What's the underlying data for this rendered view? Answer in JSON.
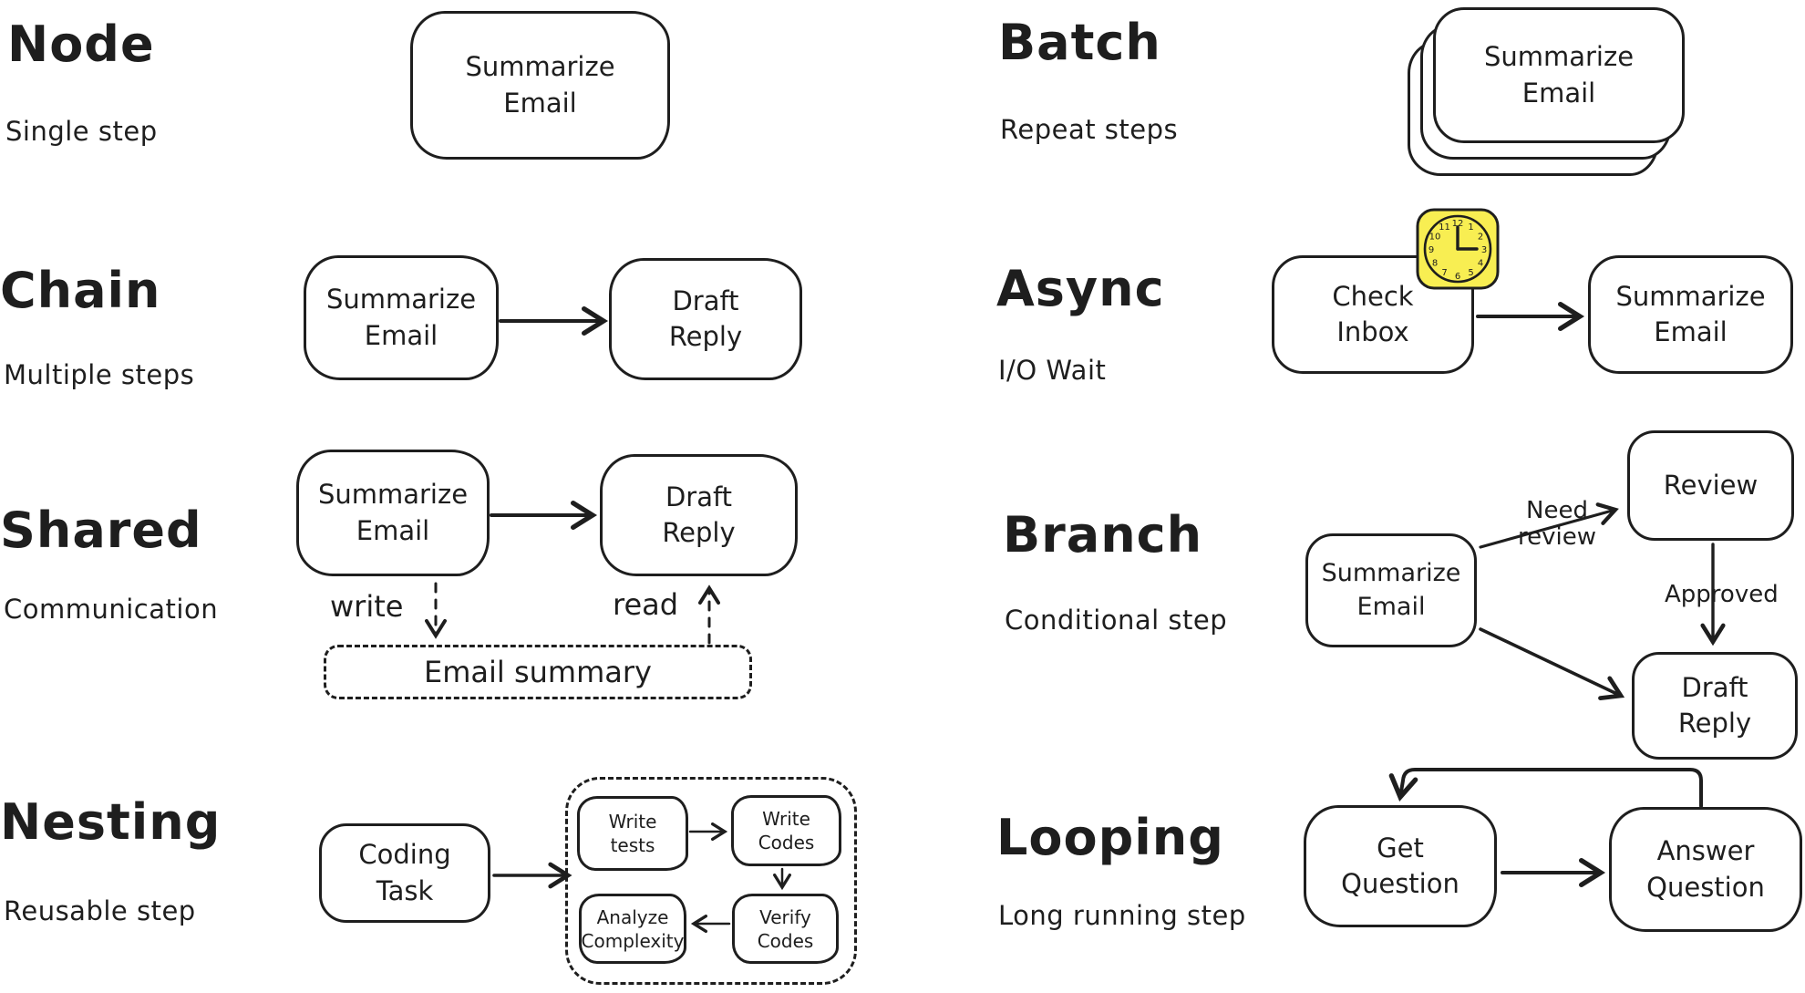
{
  "colors": {
    "ink": "#1e1e1e",
    "paper": "#ffffff",
    "clock_fill": "#f8ee52"
  },
  "node": {
    "title": "Node",
    "subtitle": "Single step",
    "box": "Summarize\nEmail"
  },
  "chain": {
    "title": "Chain",
    "subtitle": "Multiple steps",
    "box1": "Summarize\nEmail",
    "box2": "Draft\nReply"
  },
  "shared": {
    "title": "Shared",
    "subtitle": "Communication",
    "box1": "Summarize\nEmail",
    "box2": "Draft\nReply",
    "write_label": "write",
    "read_label": "read",
    "store": "Email summary"
  },
  "nesting": {
    "title": "Nesting",
    "subtitle": "Reusable step",
    "box": "Coding\nTask",
    "sub1": "Write\ntests",
    "sub2": "Write\nCodes",
    "sub3": "Analyze\nComplexity",
    "sub4": "Verify\nCodes"
  },
  "batch": {
    "title": "Batch",
    "subtitle": "Repeat steps",
    "box": "Summarize\nEmail"
  },
  "async": {
    "title": "Async",
    "subtitle": "I/O Wait",
    "box1": "Check\nInbox",
    "box2": "Summarize\nEmail",
    "clock_numbers": [
      "12",
      "1",
      "2",
      "3",
      "4",
      "5",
      "6",
      "7",
      "8",
      "9",
      "10",
      "11"
    ]
  },
  "branch": {
    "title": "Branch",
    "subtitle": "Conditional step",
    "box1": "Summarize\nEmail",
    "box2": "Review",
    "box3": "Draft\nReply",
    "need_review": "Need\nreview",
    "approved": "Approved"
  },
  "looping": {
    "title": "Looping",
    "subtitle": "Long running step",
    "box1": "Get\nQuestion",
    "box2": "Answer\nQuestion"
  }
}
